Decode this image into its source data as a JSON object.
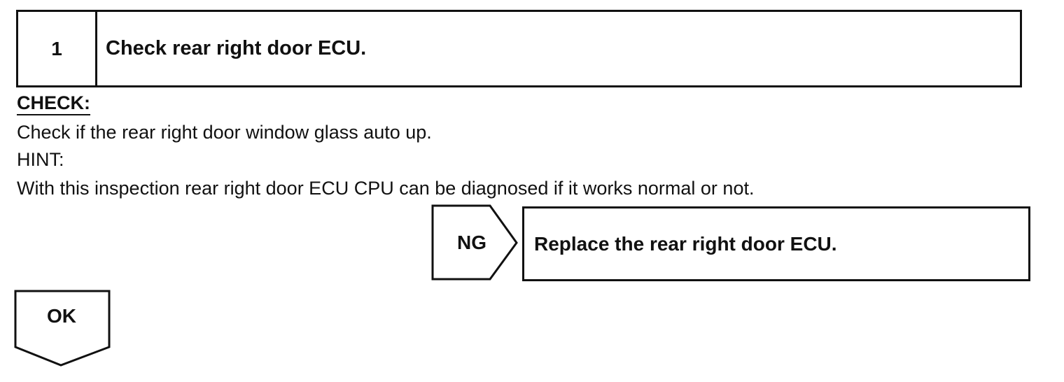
{
  "step": {
    "number": "1",
    "title": "Check rear right door ECU."
  },
  "check": {
    "heading": "CHECK:",
    "text": "Check if the rear right door window glass auto up."
  },
  "hint": {
    "label": "HINT:",
    "text": "With this inspection rear right door ECU CPU can be diagnosed if it works normal or not."
  },
  "ng_branch": {
    "label": "NG",
    "action": "Replace the rear right door ECU."
  },
  "ok_branch": {
    "label": "OK"
  }
}
